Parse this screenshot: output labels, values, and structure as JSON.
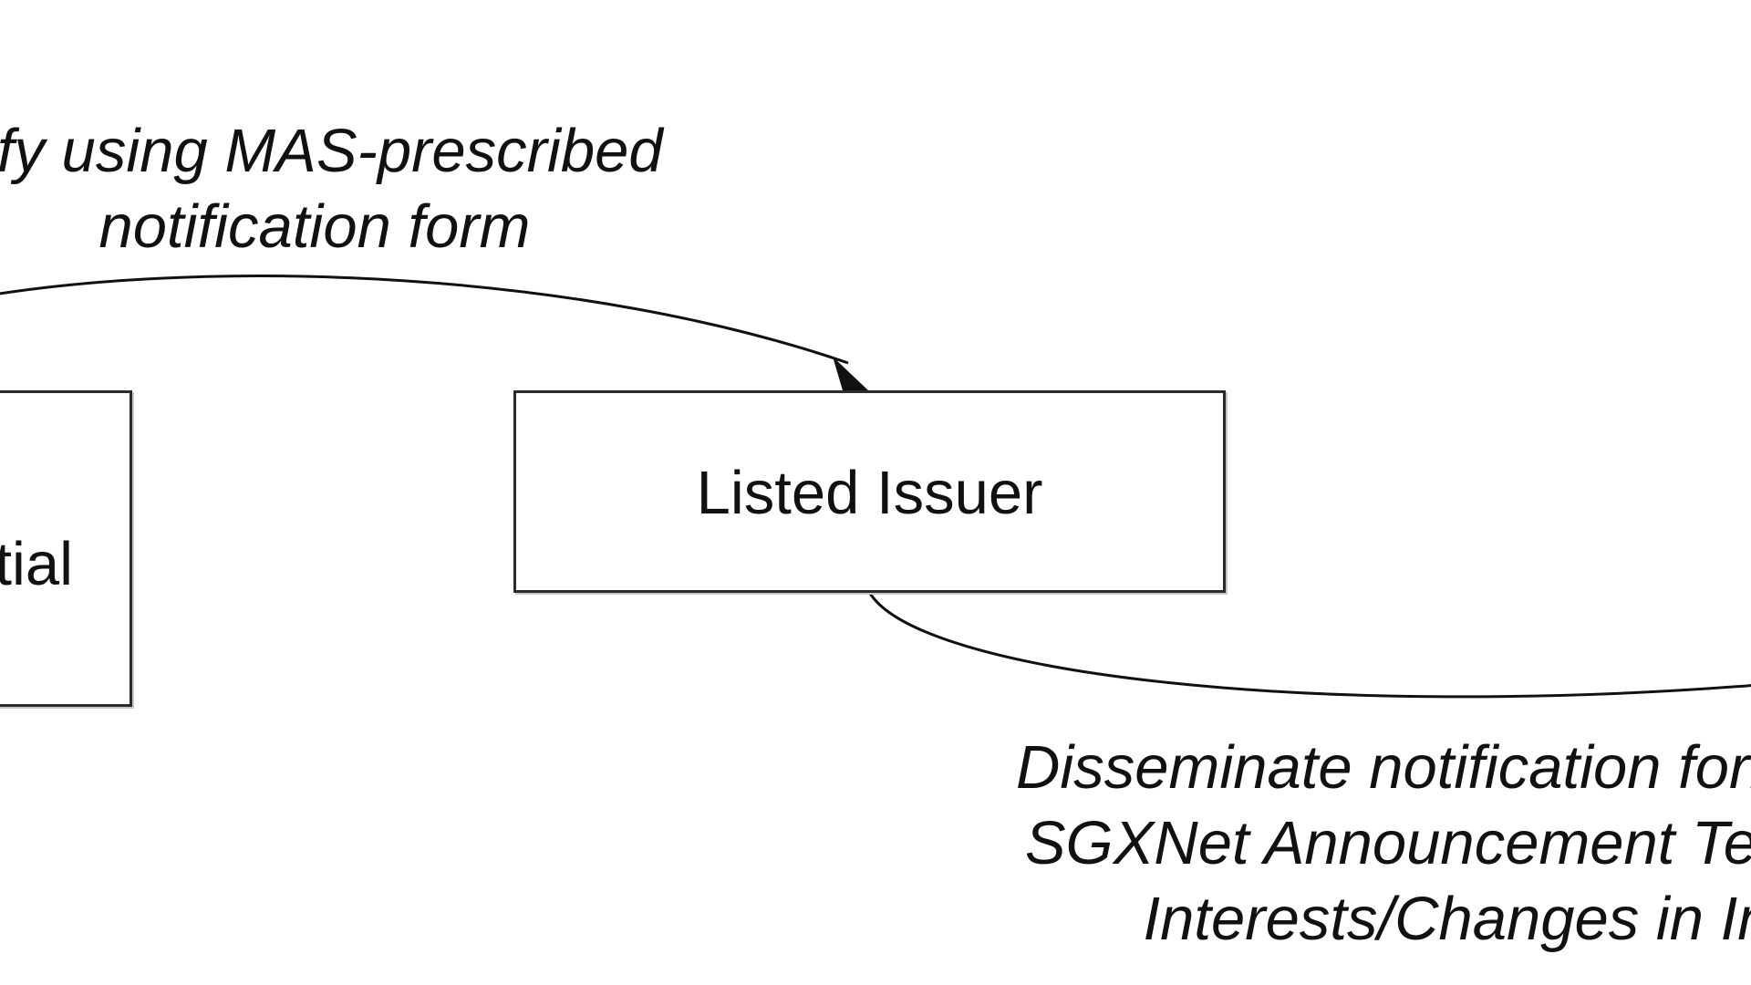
{
  "diagram": {
    "nodes": {
      "left_partial": {
        "label": "tial"
      },
      "listed_issuer": {
        "label": "Listed Issuer"
      }
    },
    "edges": {
      "notify": {
        "label_lines": [
          "tify using MAS-prescribed",
          "notification form"
        ]
      },
      "disseminate": {
        "label_lines": [
          "Disseminate notification form recei",
          "SGXNet Announcement Template",
          "Interests/Changes in Inte"
        ]
      }
    },
    "colors": {
      "stroke": "#2b2b2b",
      "text": "#111111",
      "background": "#ffffff"
    }
  }
}
